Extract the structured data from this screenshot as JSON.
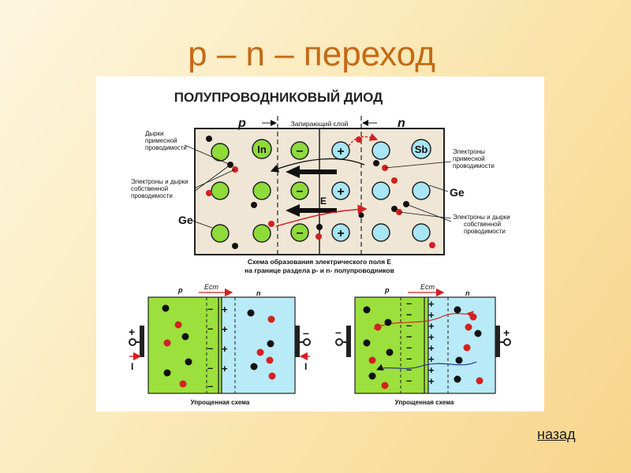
{
  "slide": {
    "title": "p – n – переход",
    "back_link": "назад"
  },
  "diagram": {
    "title": "ПОЛУПРОВОДНИКОВЫЙ ДИОД",
    "label_p": "p",
    "label_n": "n",
    "depletion_label": "Запирающий слой",
    "element_in": "In",
    "element_sb": "Sb",
    "element_ge_left": "Ge",
    "element_ge_right": "Ge",
    "field_label": "E",
    "callout_impurity_holes": [
      "Дырки",
      "примесной",
      "проводимости"
    ],
    "callout_intrinsic_left": [
      "Электроны и дырки",
      "собственной",
      "проводимости"
    ],
    "callout_impurity_electrons": [
      "Электроны",
      "примесной",
      "проводимости"
    ],
    "callout_intrinsic_right": [
      "Электроны и дырки",
      "собственной",
      "проводимости"
    ],
    "caption_line1": "Схема образования электрического поля E",
    "caption_line2": "на границе раздела p- и n- полупроводников",
    "bottom_left": {
      "label_p": "p",
      "label_n": "n",
      "field_label": "Eст",
      "current_label": "I",
      "caption": "Упрощенная схема"
    },
    "bottom_right": {
      "label_p": "p",
      "label_n": "n",
      "field_label": "Eст",
      "caption": "Упрощенная схема"
    }
  }
}
